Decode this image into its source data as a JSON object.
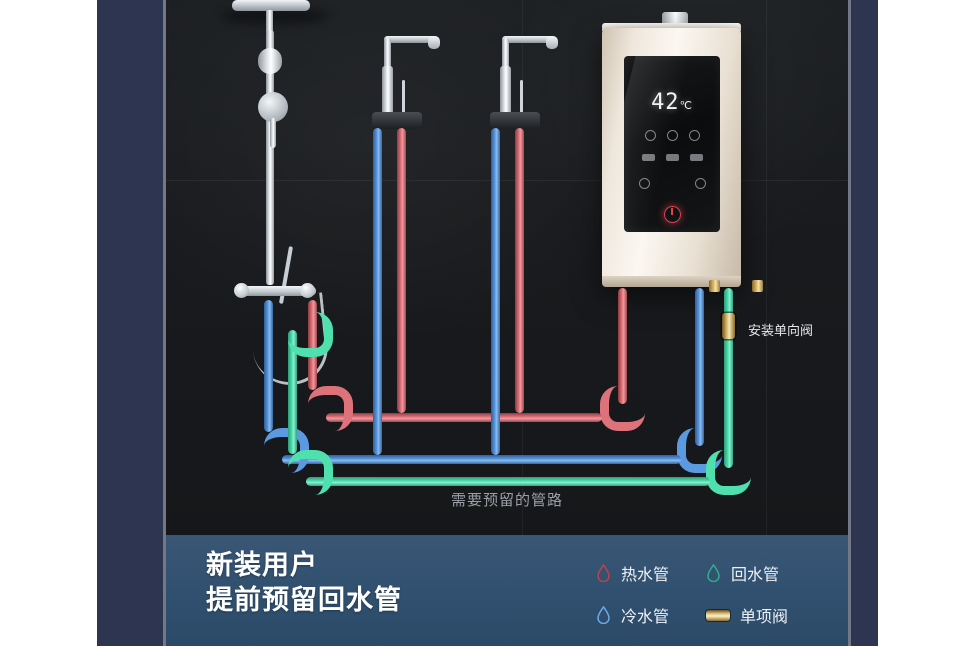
{
  "illustration": {
    "mid_caption": "需要预留的管路",
    "valve_annotation": "安装单向阀",
    "heater": {
      "display_temperature": "42",
      "display_unit": "℃"
    }
  },
  "band": {
    "title_line1": "新装用户",
    "title_line2": "提前预留回水管",
    "legend": [
      {
        "icon": "hot-water-drop-icon",
        "label": "热水管",
        "color": "#c0404a"
      },
      {
        "icon": "return-water-drop-icon",
        "label": "回水管",
        "color": "#2fae8c"
      },
      {
        "icon": "cold-water-drop-icon",
        "label": "冷水管",
        "color": "#6ea8e8"
      },
      {
        "icon": "one-way-valve-icon",
        "label": "单项阀",
        "color": "#e3c77f"
      }
    ]
  },
  "colors": {
    "hot_pipe": "#e2757c",
    "cold_pipe": "#5b9ae0",
    "return_pipe": "#4fe0ae",
    "band_background": "#30506f",
    "frame": "#2e3550",
    "wall": "#191b1e"
  }
}
